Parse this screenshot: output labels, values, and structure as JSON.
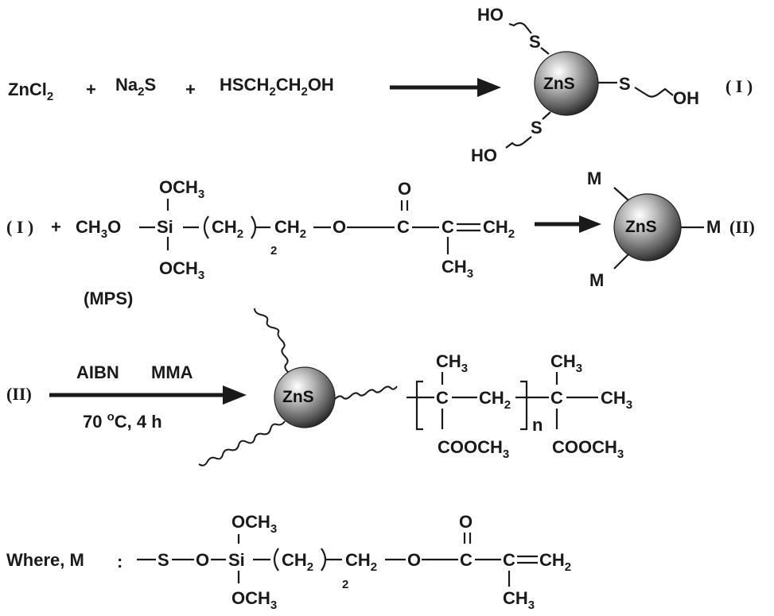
{
  "step1": {
    "reactant1": "ZnCl",
    "reactant1_sub": "2",
    "plus1": "+",
    "reactant2_a": "Na",
    "reactant2_sub": "2",
    "reactant2_b": "S",
    "plus2": "+",
    "reactant3_a": "HSCH",
    "reactant3_sub1": "2",
    "reactant3_b": "CH",
    "reactant3_sub2": "2",
    "reactant3_c": "OH",
    "particle": "ZnS",
    "ligand_s": "S",
    "ligand_oh": "OH",
    "ligand_ho": "HO",
    "label": "( I )"
  },
  "step2": {
    "reactant_label": "( I )",
    "plus": "+",
    "ch3o": "CH",
    "ch3o_sub": "3",
    "ch3o_o": "O",
    "och3_top_a": "OCH",
    "och3_top_sub": "3",
    "si": "Si",
    "ch2_a": "CH",
    "ch2_sub": "2",
    "repeat_n": "2",
    "ch2o_a": "CH",
    "ch2o_sub": "2",
    "o_ester": "O",
    "c_carbonyl": "C",
    "o_carbonyl": "O",
    "c_alkene": "C",
    "ch2_end_a": "CH",
    "ch2_end_sub": "2",
    "ch3_a": "CH",
    "ch3_sub": "3",
    "och3_bot_a": "OCH",
    "och3_bot_sub": "3",
    "mps_label": "(MPS)",
    "particle": "ZnS",
    "m": "M",
    "label": "(II)"
  },
  "step3": {
    "reactant_label": "(II)",
    "reagent1": "AIBN",
    "reagent2": "MMA",
    "temp_a": "70 ",
    "temp_sup": "o",
    "temp_b": "C, 4 h",
    "particle": "ZnS",
    "ch3_a": "CH",
    "ch3_sub": "3",
    "c": "C",
    "ch2_a": "CH",
    "ch2_sub": "2",
    "cooch3_a": "COOCH",
    "cooch3_sub": "3",
    "n": "n"
  },
  "legend": {
    "where": "Where, M",
    "colon": ":",
    "s": "S",
    "o": "O",
    "si": "Si",
    "och3_a": "OCH",
    "och3_sub": "3",
    "ch2_a": "CH",
    "ch2_sub": "2",
    "repeat_n": "2",
    "c": "C",
    "ch3_a": "CH",
    "ch3_sub": "3"
  }
}
